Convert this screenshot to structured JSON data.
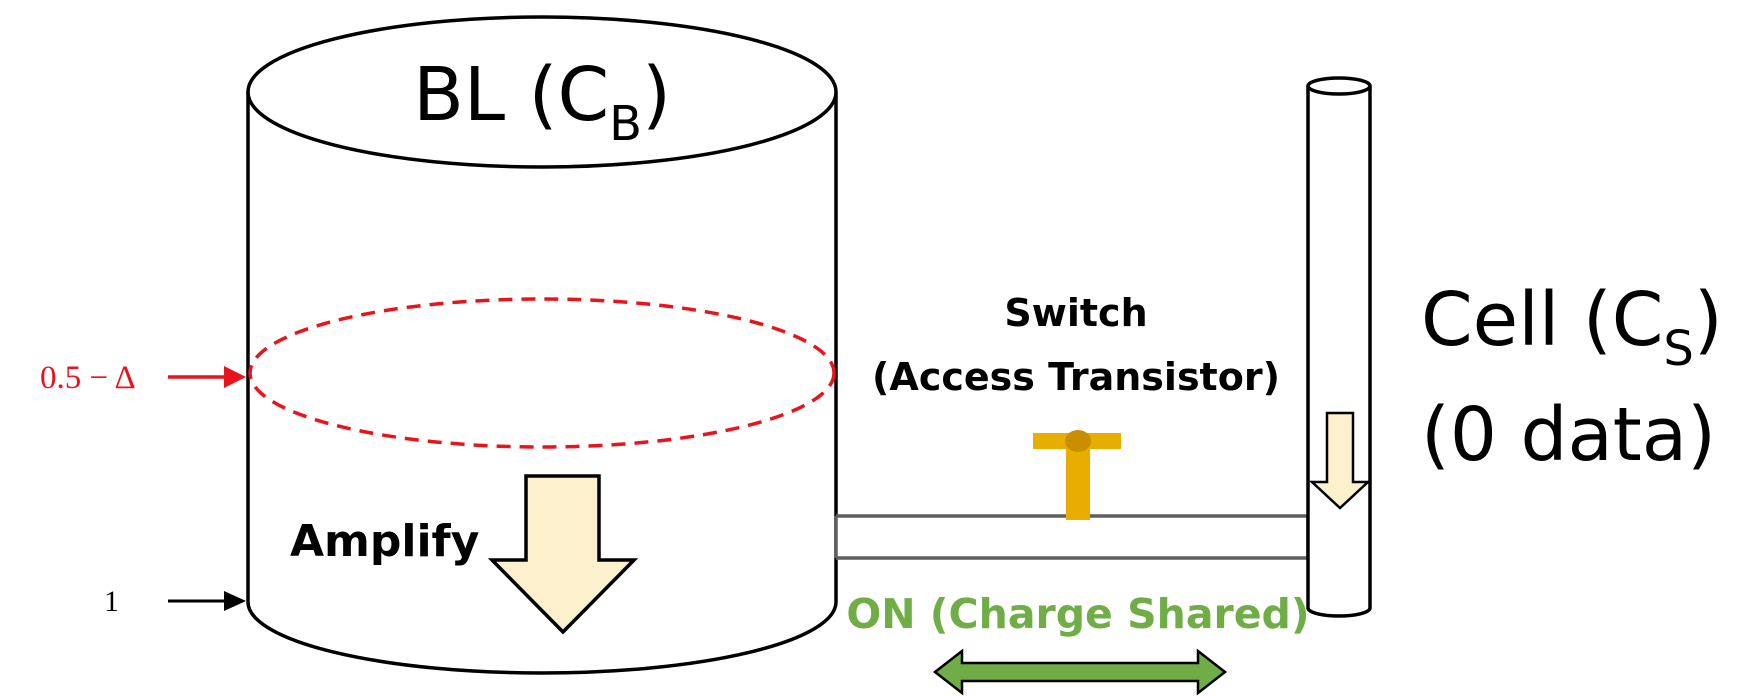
{
  "bitline": {
    "label_main": "BL (C",
    "label_sub": "B",
    "label_close": ")"
  },
  "levels": {
    "half_minus_delta": "0.5 − Δ",
    "one": "1"
  },
  "amplify": {
    "label": "Amplify"
  },
  "switch": {
    "title": "Switch",
    "subtitle": "(Access Transistor)",
    "state": "ON (Charge Shared)"
  },
  "cell": {
    "label_main": "Cell (C",
    "label_sub": "S",
    "label_close": ")",
    "data_label": "(0 data)"
  },
  "colors": {
    "outline": "#000000",
    "dashed_level": "#e8141c",
    "arrow_fill": "#fdf0cc",
    "transistor": "#e7ad00",
    "charge_shared": "#70ad47",
    "wire": "#5f5f5f"
  }
}
